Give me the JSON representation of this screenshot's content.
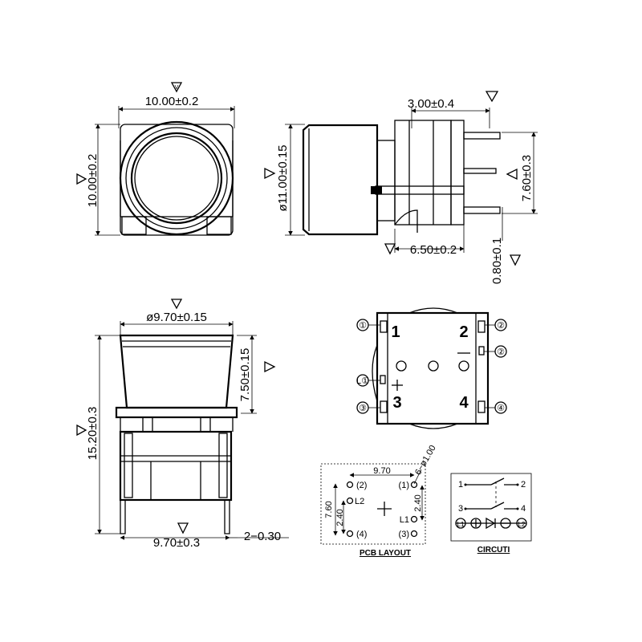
{
  "top_view": {
    "width": "10.00±0.2",
    "height": "10.00±0.2"
  },
  "side_view": {
    "pin_offset": "3.00±0.4",
    "diameter": "ø11.00±0.15",
    "pin_height": "7.60±0.3",
    "body_depth": "6.50±0.2",
    "pin_thickness": "0.80±0.1"
  },
  "front_view": {
    "cap_diameter": "ø9.70±0.15",
    "cap_height": "7.50±0.15",
    "total_height": "15.20±0.3",
    "base_width": "9.70±0.3",
    "pin_width": "2−0.30"
  },
  "bottom_view": {
    "pin_numbers": [
      "1",
      "2",
      "3",
      "4"
    ],
    "callouts": [
      "①",
      "②",
      "②",
      "L①",
      "③",
      "④"
    ]
  },
  "pcb_layout": {
    "title": "PCB LAYOUT",
    "width": "9.70",
    "height": "7.60",
    "spacing_left": "2.40",
    "spacing_right": "2.40",
    "hole": "6−ø1.00",
    "labels": [
      "(2)",
      "L2",
      "(4)",
      "(1)",
      "L1",
      "(3)"
    ]
  },
  "circuit": {
    "title": "CIRCUTI",
    "labels": [
      "1",
      "2",
      "3",
      "4"
    ],
    "lamp_labels": [
      "L1",
      "L2"
    ]
  }
}
